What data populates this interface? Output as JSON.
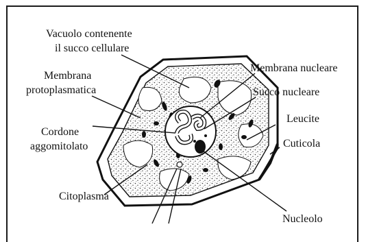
{
  "labels": {
    "vacuolo_line1": "Vacuolo contenente",
    "vacuolo_line2": "il succo cellulare",
    "membrana_proto_line1": "Membrana",
    "membrana_proto_line2": "protoplasmatica",
    "cordone_line1": "Cordone",
    "cordone_line2": "aggomitolato",
    "citoplasma": "Citoplasma",
    "membrana_nucleare": "Membrana nucleare",
    "succo_nucleare": "Succo nucleare",
    "leucite": "Leucite",
    "cuticola": "Cuticola",
    "nucleolo": "Nucleolo"
  }
}
